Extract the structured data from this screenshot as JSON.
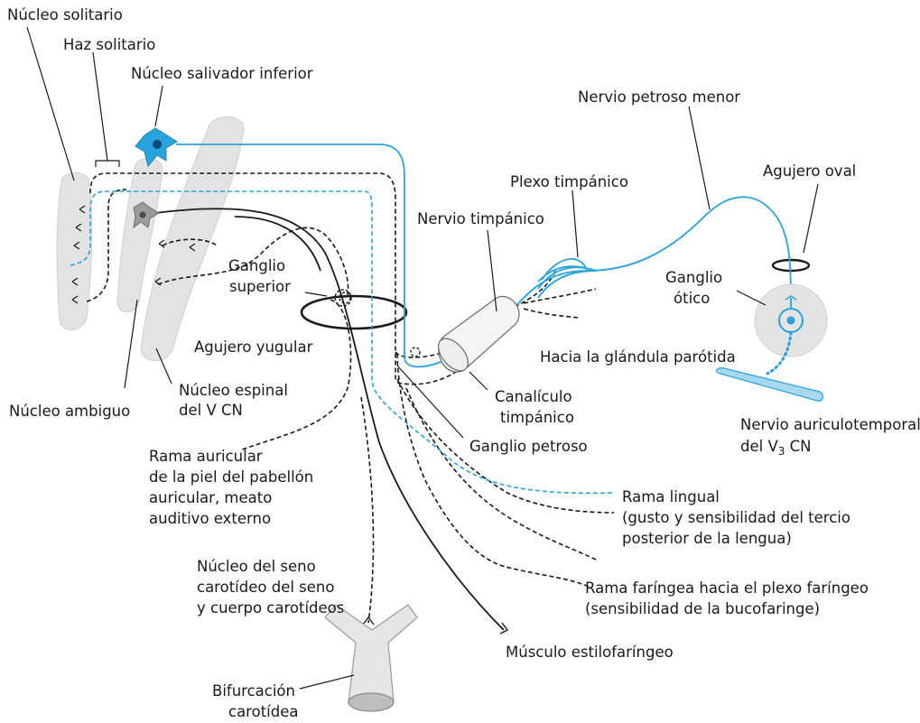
{
  "colors": {
    "nerve_blue": "#29a3dc",
    "nerve_black": "#1a1a1a",
    "brainstem_gray": "#e3e3e3",
    "parotid_blue": "#a8d8ef",
    "carotid_gray": "#e6e6e6"
  },
  "labels": {
    "nucleo_solitario": "Núcleo solitario",
    "haz_solitario": "Haz solitario",
    "nucleo_salivador": "Núcleo salivador inferior",
    "nervio_petroso_menor": "Nervio petroso menor",
    "agujero_oval": "Agujero oval",
    "plexo_timpanico": "Plexo timpánico",
    "nervio_timpanico": "Nervio timpánico",
    "ganglio_otico_1": "Ganglio",
    "ganglio_otico_2": "ótico",
    "ganglio_superior_1": "Ganglio",
    "ganglio_superior_2": "superior",
    "agujero_yugular": "Agujero yugular",
    "hacia_parotida": "Hacia la glándula parótida",
    "nucleo_ambiguo": "Núcleo ambiguo",
    "nucleo_espinal_1": "Núcleo espinal",
    "nucleo_espinal_2": "del V CN",
    "canaliculo_1": "Canalículo",
    "canaliculo_2": "timpánico",
    "nervio_auriculotemporal_1": "Nervio auriculotemporal",
    "nervio_auriculotemporal_2a": "del V",
    "nervio_auriculotemporal_2b": "3",
    "nervio_auriculotemporal_2c": " CN",
    "ganglio_petroso": "Ganglio petroso",
    "rama_auricular_1": "Rama auricular",
    "rama_auricular_2": "de la piel del pabellón",
    "rama_auricular_3": "auricular, meato",
    "rama_auricular_4": "auditivo externo",
    "rama_lingual_1": "Rama lingual",
    "rama_lingual_2": "(gusto y sensibilidad del tercio",
    "rama_lingual_3": "posterior de la lengua)",
    "nucleo_seno_1": "Núcleo del seno",
    "nucleo_seno_2": "carotídeo del seno",
    "nucleo_seno_3": "y cuerpo carotídeos",
    "rama_faringea_1": "Rama faríngea hacia el plexo faríngeo",
    "rama_faringea_2": "(sensibilidad de la bucofaringe)",
    "musculo_estilofaringeo": "Músculo estilofaríngeo",
    "bifurcacion_1": "Bifurcación",
    "bifurcacion_2": "carotídea"
  }
}
